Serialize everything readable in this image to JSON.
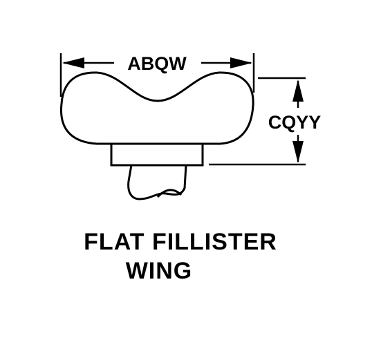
{
  "dimensions": {
    "width_label": "ABQW",
    "height_label": "CQYY"
  },
  "caption": {
    "line1": "FLAT FILLISTER",
    "line2": "WING"
  },
  "colors": {
    "ink": "#000000",
    "background": "#ffffff"
  }
}
